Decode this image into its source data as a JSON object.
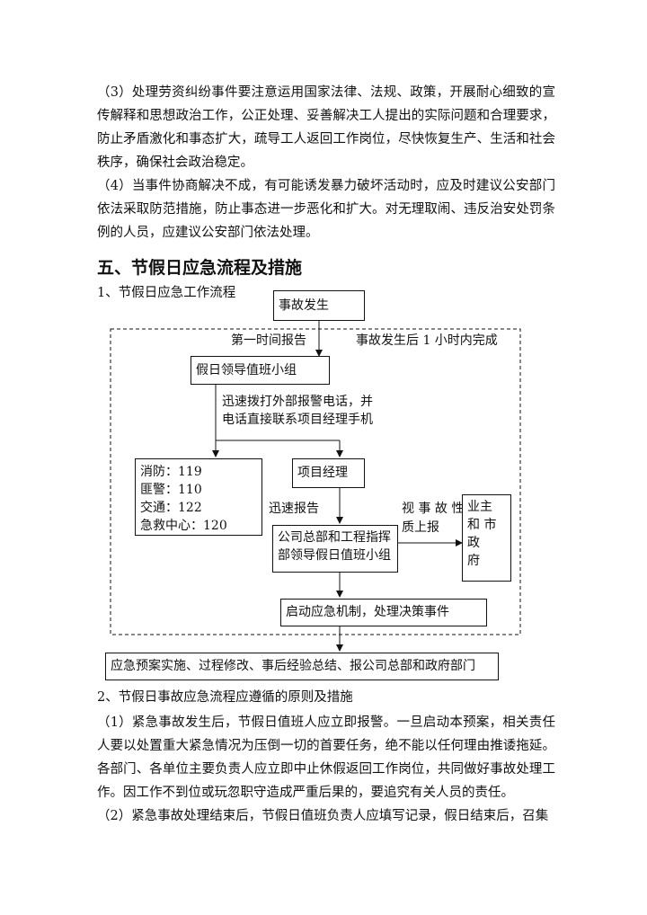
{
  "top_paragraphs": [
    "（3）处理劳资纠纷事件要注意运用国家法律、法规、政策，开展耐心细致的宣传解释和思想政治工作，公正处理、妥善解决工人提出的实际问题和合理要求，防止矛盾激化和事态扩大，疏导工人返回工作岗位，尽快恢复生产、生活和社会秩序，确保社会政治稳定。",
    "（4）当事件协商解决不成，有可能诱发暴力破坏活动时，应及时建议公安部门依法采取防范措施，防止事态进一步恶化和扩大。对无理取闹、违反治安处罚条例的人员，应建议公安部门依法处理。"
  ],
  "section_heading": "五、节假日应急流程及措施",
  "subheading_1": "1、节假日应急工作流程",
  "flowchart": {
    "accident": "事故发生",
    "first_report": "第一时间报告",
    "complete_note": "事故发生后 1 小时内完成",
    "holiday_team": "假日领导值班小组",
    "call_note_1": "迅速拨打外部报警电话，并",
    "call_note_2": "电话直接联系项目经理手机",
    "emergency_numbers": [
      "消防：119",
      "匪警：110",
      "交通：122",
      "急救中心：120"
    ],
    "project_manager": "项目经理",
    "quick_report": "迅速报告",
    "hq_line_1": "公司总部和工程指挥",
    "hq_line_2": "部领导假日值班小组",
    "report_note_1": "视 事 故 性",
    "report_note_2": "质上报",
    "owner_gov": [
      "业主",
      "和 市 政",
      "府"
    ],
    "mechanism": "启动应急机制，处理决策事件",
    "implementation": "应急预案实施、过程修改、事后经验总结、报公司总部和政府部门"
  },
  "subheading_2": "2、节假日事故应急流程应遵循的原则及措施",
  "bottom_paragraphs": [
    "（1）紧急事故发生后，节假日值班人应立即报警。一旦启动本预案，相关责任人要以处置重大紧急情况为压倒一切的首要任务，绝不能以任何理由推诿拖延。各部门、各单位主要负责人应立即中止休假返回工作岗位，共同做好事故处理工作。因工作不到位或玩忽职守造成严重后果的，要追究有关人员的责任。",
    "（2）紧急事故处理结束后，节假日值班负责人应填写记录，假日结束后，召集"
  ]
}
